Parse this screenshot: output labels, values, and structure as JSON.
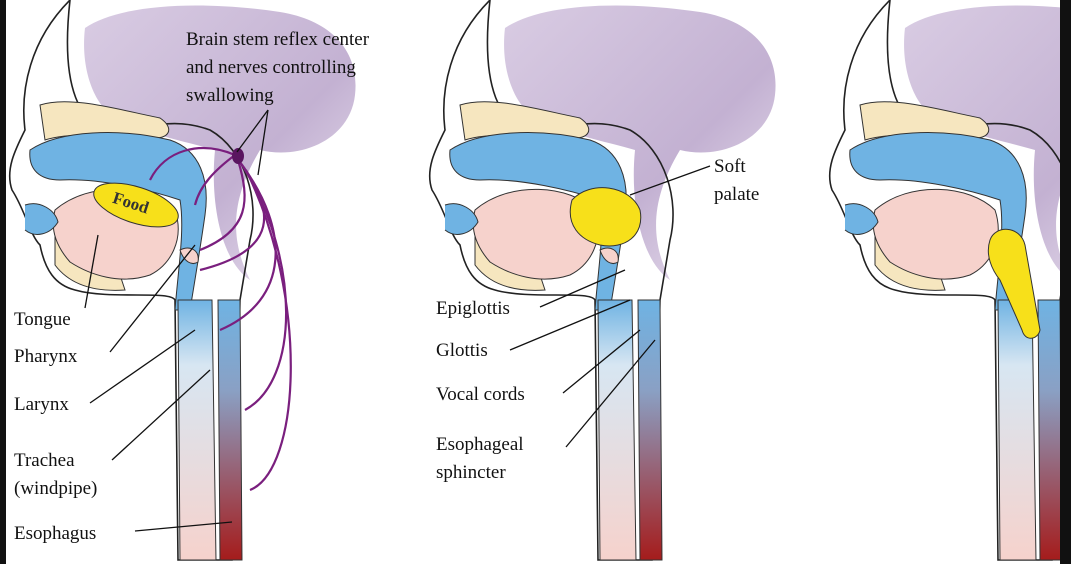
{
  "diagram": {
    "food_label": "Food",
    "labels": {
      "brain_stem": [
        "Brain stem reflex center",
        "and nerves controlling",
        "swallowing"
      ],
      "tongue": "Tongue",
      "pharynx": "Pharynx",
      "larynx": "Larynx",
      "trachea": [
        "Trachea",
        "(windpipe)"
      ],
      "esophagus": "Esophagus",
      "soft_palate": [
        "Soft",
        "palate"
      ],
      "epiglottis": "Epiglottis",
      "glottis": "Glottis",
      "vocal_cords": "Vocal cords",
      "esophageal_sphincter": [
        "Esophageal",
        "sphincter"
      ]
    },
    "colors": {
      "background": "#ffffff",
      "frame": "#111111",
      "brain": "#c9b8d6",
      "bone": "#f6e6bf",
      "airway": "#6fb3e3",
      "tissue": "#f6d2cc",
      "food": "#f7e01a",
      "nerve": "#7a1f7e",
      "esophagus_bottom": "#a51c1c"
    }
  }
}
